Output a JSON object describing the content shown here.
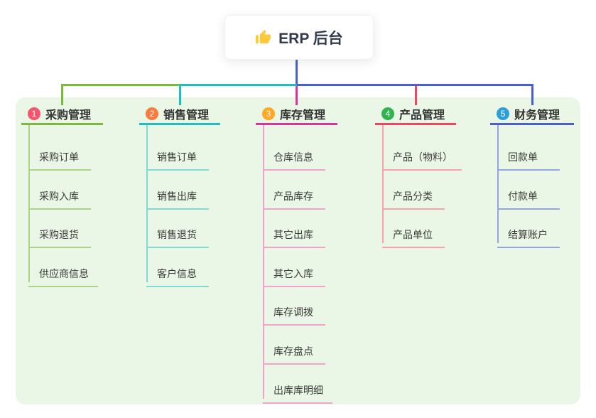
{
  "root": {
    "label": "ERP 后台",
    "icon": "thumbs-up",
    "icon_color": "#FFC83D",
    "line_color": "#4A5ECC"
  },
  "panel_color": "#EBF7E6",
  "branches": [
    {
      "num": "1",
      "label": "采购管理",
      "badge_color": "#F5566D",
      "line_color": "#7CB83E",
      "child_line_color": "#A9D584",
      "children": [
        "采购订单",
        "采购入库",
        "采购退货",
        "供应商信息"
      ]
    },
    {
      "num": "2",
      "label": "销售管理",
      "badge_color": "#F97B3D",
      "line_color": "#1EBFC0",
      "child_line_color": "#82D9D6",
      "children": [
        "销售订单",
        "销售出库",
        "销售退货",
        "客户信息"
      ]
    },
    {
      "num": "3",
      "label": "库存管理",
      "badge_color": "#FFA922",
      "line_color": "#D6359C",
      "child_line_color": "#F2A2CC",
      "children": [
        "仓库信息",
        "产品库存",
        "其它出库",
        "其它入库",
        "库存调拨",
        "库存盘点",
        "出库库明细"
      ]
    },
    {
      "num": "4",
      "label": "产品管理",
      "badge_color": "#2FB54E",
      "line_color": "#F4435C",
      "child_line_color": "#F8A2AC",
      "children": [
        "产品（物料）",
        "产品分类",
        "产品单位"
      ]
    },
    {
      "num": "5",
      "label": "财务管理",
      "badge_color": "#2D9FD8",
      "line_color": "#4A5ECC",
      "child_line_color": "#93A5E2",
      "children": [
        "回款单",
        "付款单",
        "结算账户"
      ]
    }
  ]
}
